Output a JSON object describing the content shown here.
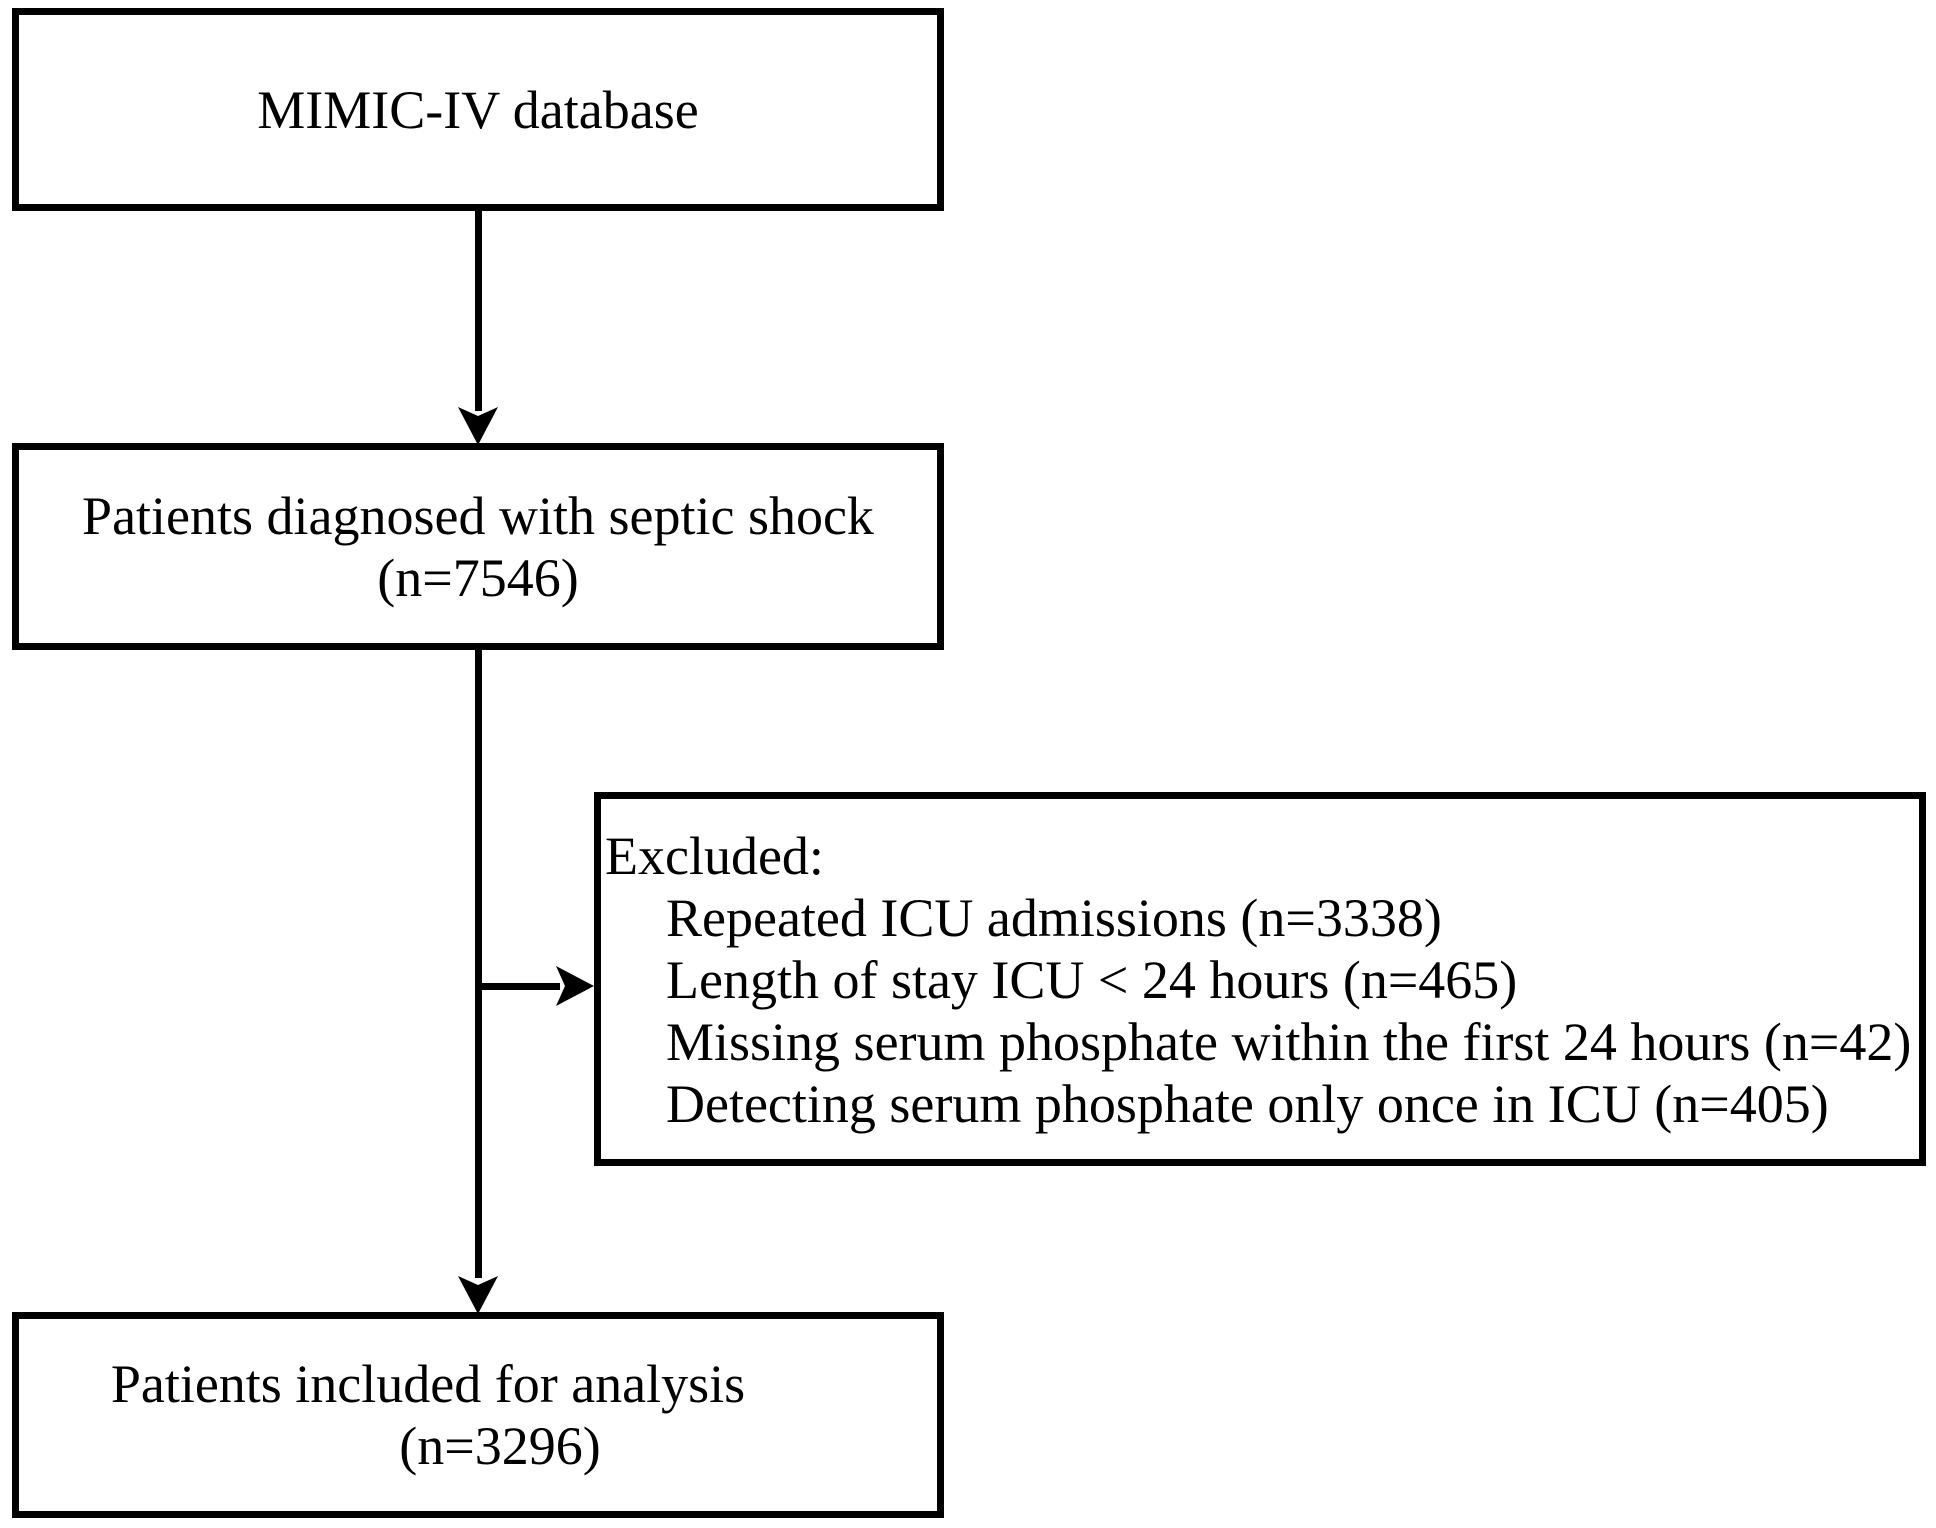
{
  "flowchart": {
    "box_database": {
      "label": "MIMIC-IV database"
    },
    "box_septic": {
      "line1": "Patients diagnosed with septic shock",
      "count": "(n=7546)"
    },
    "box_excluded": {
      "heading": "Excluded:",
      "items": [
        "Repeated ICU admissions (n=3338)",
        "Length of stay ICU < 24 hours (n=465)",
        "Missing serum phosphate within the first 24 hours (n=42)",
        "Detecting serum phosphate only once in ICU (n=405)"
      ]
    },
    "box_included": {
      "line1": "Patients included for analysis",
      "count": "(n=3296)"
    },
    "colors": {
      "stroke": "#000000",
      "fill": "#ffffff"
    }
  }
}
